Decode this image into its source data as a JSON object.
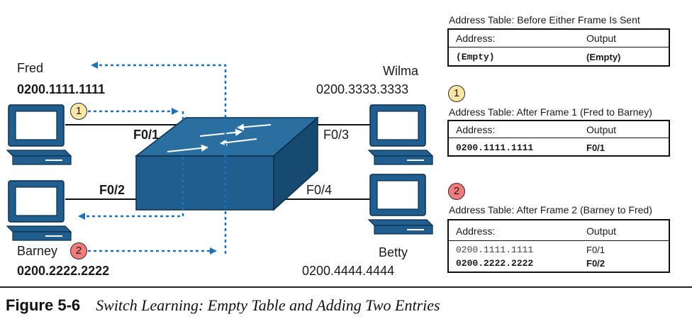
{
  "hosts": {
    "fred": {
      "name": "Fred",
      "mac": "0200.1111.1111"
    },
    "barney": {
      "name": "Barney",
      "mac": "0200.2222.2222"
    },
    "wilma": {
      "name": "Wilma",
      "mac": "0200.3333.3333"
    },
    "betty": {
      "name": "Betty",
      "mac": "0200.4444.4444"
    }
  },
  "ports": {
    "f01": "F0/1",
    "f02": "F0/2",
    "f03": "F0/3",
    "f04": "F0/4"
  },
  "badges": {
    "one": "1",
    "two": "2"
  },
  "tables": [
    {
      "title": "Address Table:  Before Either Frame Is Sent",
      "header": {
        "address": "Address:",
        "output": "Output"
      },
      "rows": [
        {
          "address": "(Empty)",
          "output": "(Empty)"
        }
      ]
    },
    {
      "title": "Address Table:  After Frame 1 (Fred to Barney)",
      "header": {
        "address": "Address:",
        "output": "Output"
      },
      "rows": [
        {
          "address": "0200.1111.1111",
          "output": "F0/1"
        }
      ]
    },
    {
      "title": "Address Table:  After Frame 2 (Barney to Fred)",
      "header": {
        "address": "Address:",
        "output": "Output"
      },
      "rows": [
        {
          "address": "0200.1111.1111",
          "output": "F0/1"
        },
        {
          "address": "0200.2222.2222",
          "output": "F0/2"
        }
      ]
    }
  ],
  "caption": {
    "number": "Figure 5-6",
    "text": "Switch Learning: Empty Table and Adding Two Entries"
  },
  "colors": {
    "switch_top": "#2a6fa0",
    "switch_front": "#1f5e8f",
    "dotted_arrow": "#1a73b8",
    "badge_one": "#f9e7a3",
    "badge_two": "#f27b7b"
  }
}
